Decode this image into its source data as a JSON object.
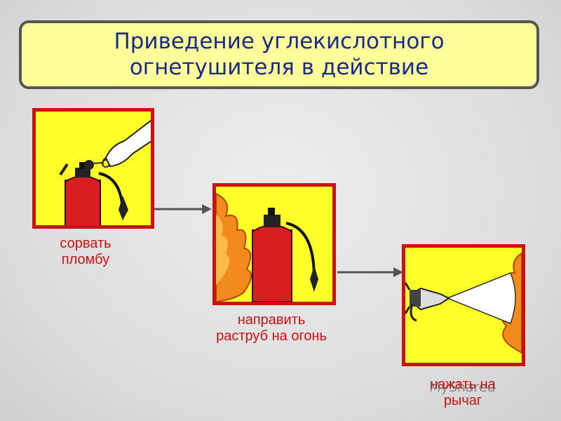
{
  "title": "Приведение углекислотного огнетушителя в действие",
  "steps": [
    {
      "label": "сорвать пломбу",
      "icon": "pull-seal-icon"
    },
    {
      "label": "направить раструб на огонь",
      "icon": "aim-horn-icon"
    },
    {
      "label": "нажать на рычаг",
      "icon": "press-lever-icon"
    }
  ],
  "watermark": "MyShared",
  "colors": {
    "panel_border": "#cc1111",
    "panel_fill": "#ffff2a",
    "caption_text": "#cc1111",
    "title_text": "#1a2a8a",
    "title_fill": "#fdfd9a",
    "arrow": "#555555"
  }
}
